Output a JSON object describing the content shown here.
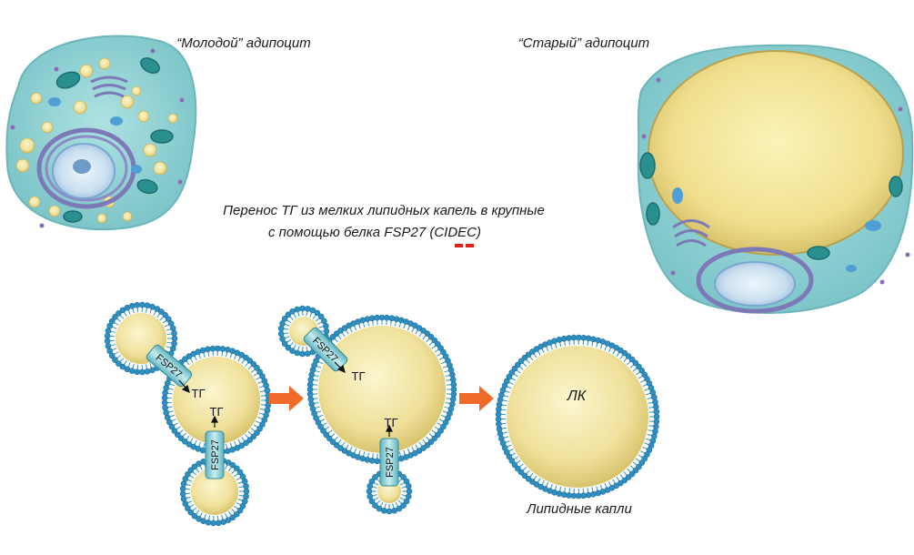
{
  "titles": {
    "young": "“Молодой” адипоцит",
    "old": "“Старый” адипоцит"
  },
  "caption": {
    "line1": "Перенос ТГ из мелких липидных капель в крупные",
    "line2": "с помощью белка FSP27 (CIDEC)"
  },
  "labels": {
    "protein": "FSP27",
    "tg": "ТГ",
    "lk": "ЛК",
    "lipid_drops": "Липидные капли"
  },
  "colors": {
    "cytoplasm": "#8fd3d4",
    "lipid": "#f2e6a2",
    "membrane": "#3f9bc2",
    "arrow": "#f06a2a",
    "mark": "#e0201b"
  }
}
